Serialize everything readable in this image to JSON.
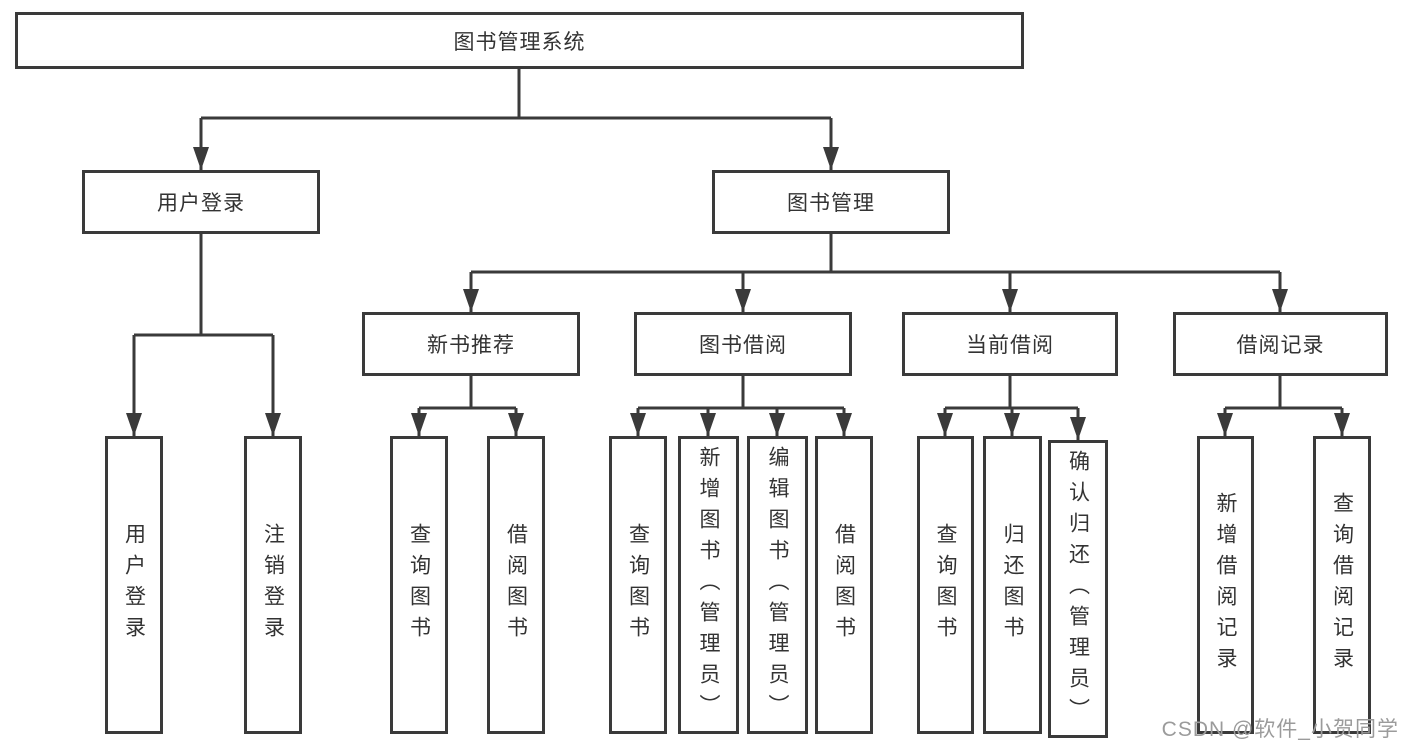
{
  "diagram": {
    "root": {
      "label": "图书管理系统"
    },
    "branches": [
      {
        "label": "用户登录",
        "children": [
          {
            "label": "用户登录"
          },
          {
            "label": "注销登录"
          }
        ]
      },
      {
        "label": "图书管理",
        "children": [
          {
            "label": "新书推荐",
            "children": [
              {
                "label": "查询图书"
              },
              {
                "label": "借阅图书"
              }
            ]
          },
          {
            "label": "图书借阅",
            "children": [
              {
                "label": "查询图书"
              },
              {
                "label": "新增图书（管理员）"
              },
              {
                "label": "编辑图书（管理员）"
              },
              {
                "label": "借阅图书"
              }
            ]
          },
          {
            "label": "当前借阅",
            "children": [
              {
                "label": "查询图书"
              },
              {
                "label": "归还图书"
              },
              {
                "label": "确认归还（管理员）"
              }
            ]
          },
          {
            "label": "借阅记录",
            "children": [
              {
                "label": "新增借阅记录"
              },
              {
                "label": "查询借阅记录"
              }
            ]
          }
        ]
      }
    ]
  },
  "watermark": {
    "text": "CSDN @软件_小贺同学"
  },
  "colors": {
    "background": "#ffffff",
    "line": "#3a3a3a",
    "box_border": "#3a3a3a",
    "text": "#333333",
    "watermark": "#9b9b9b"
  }
}
